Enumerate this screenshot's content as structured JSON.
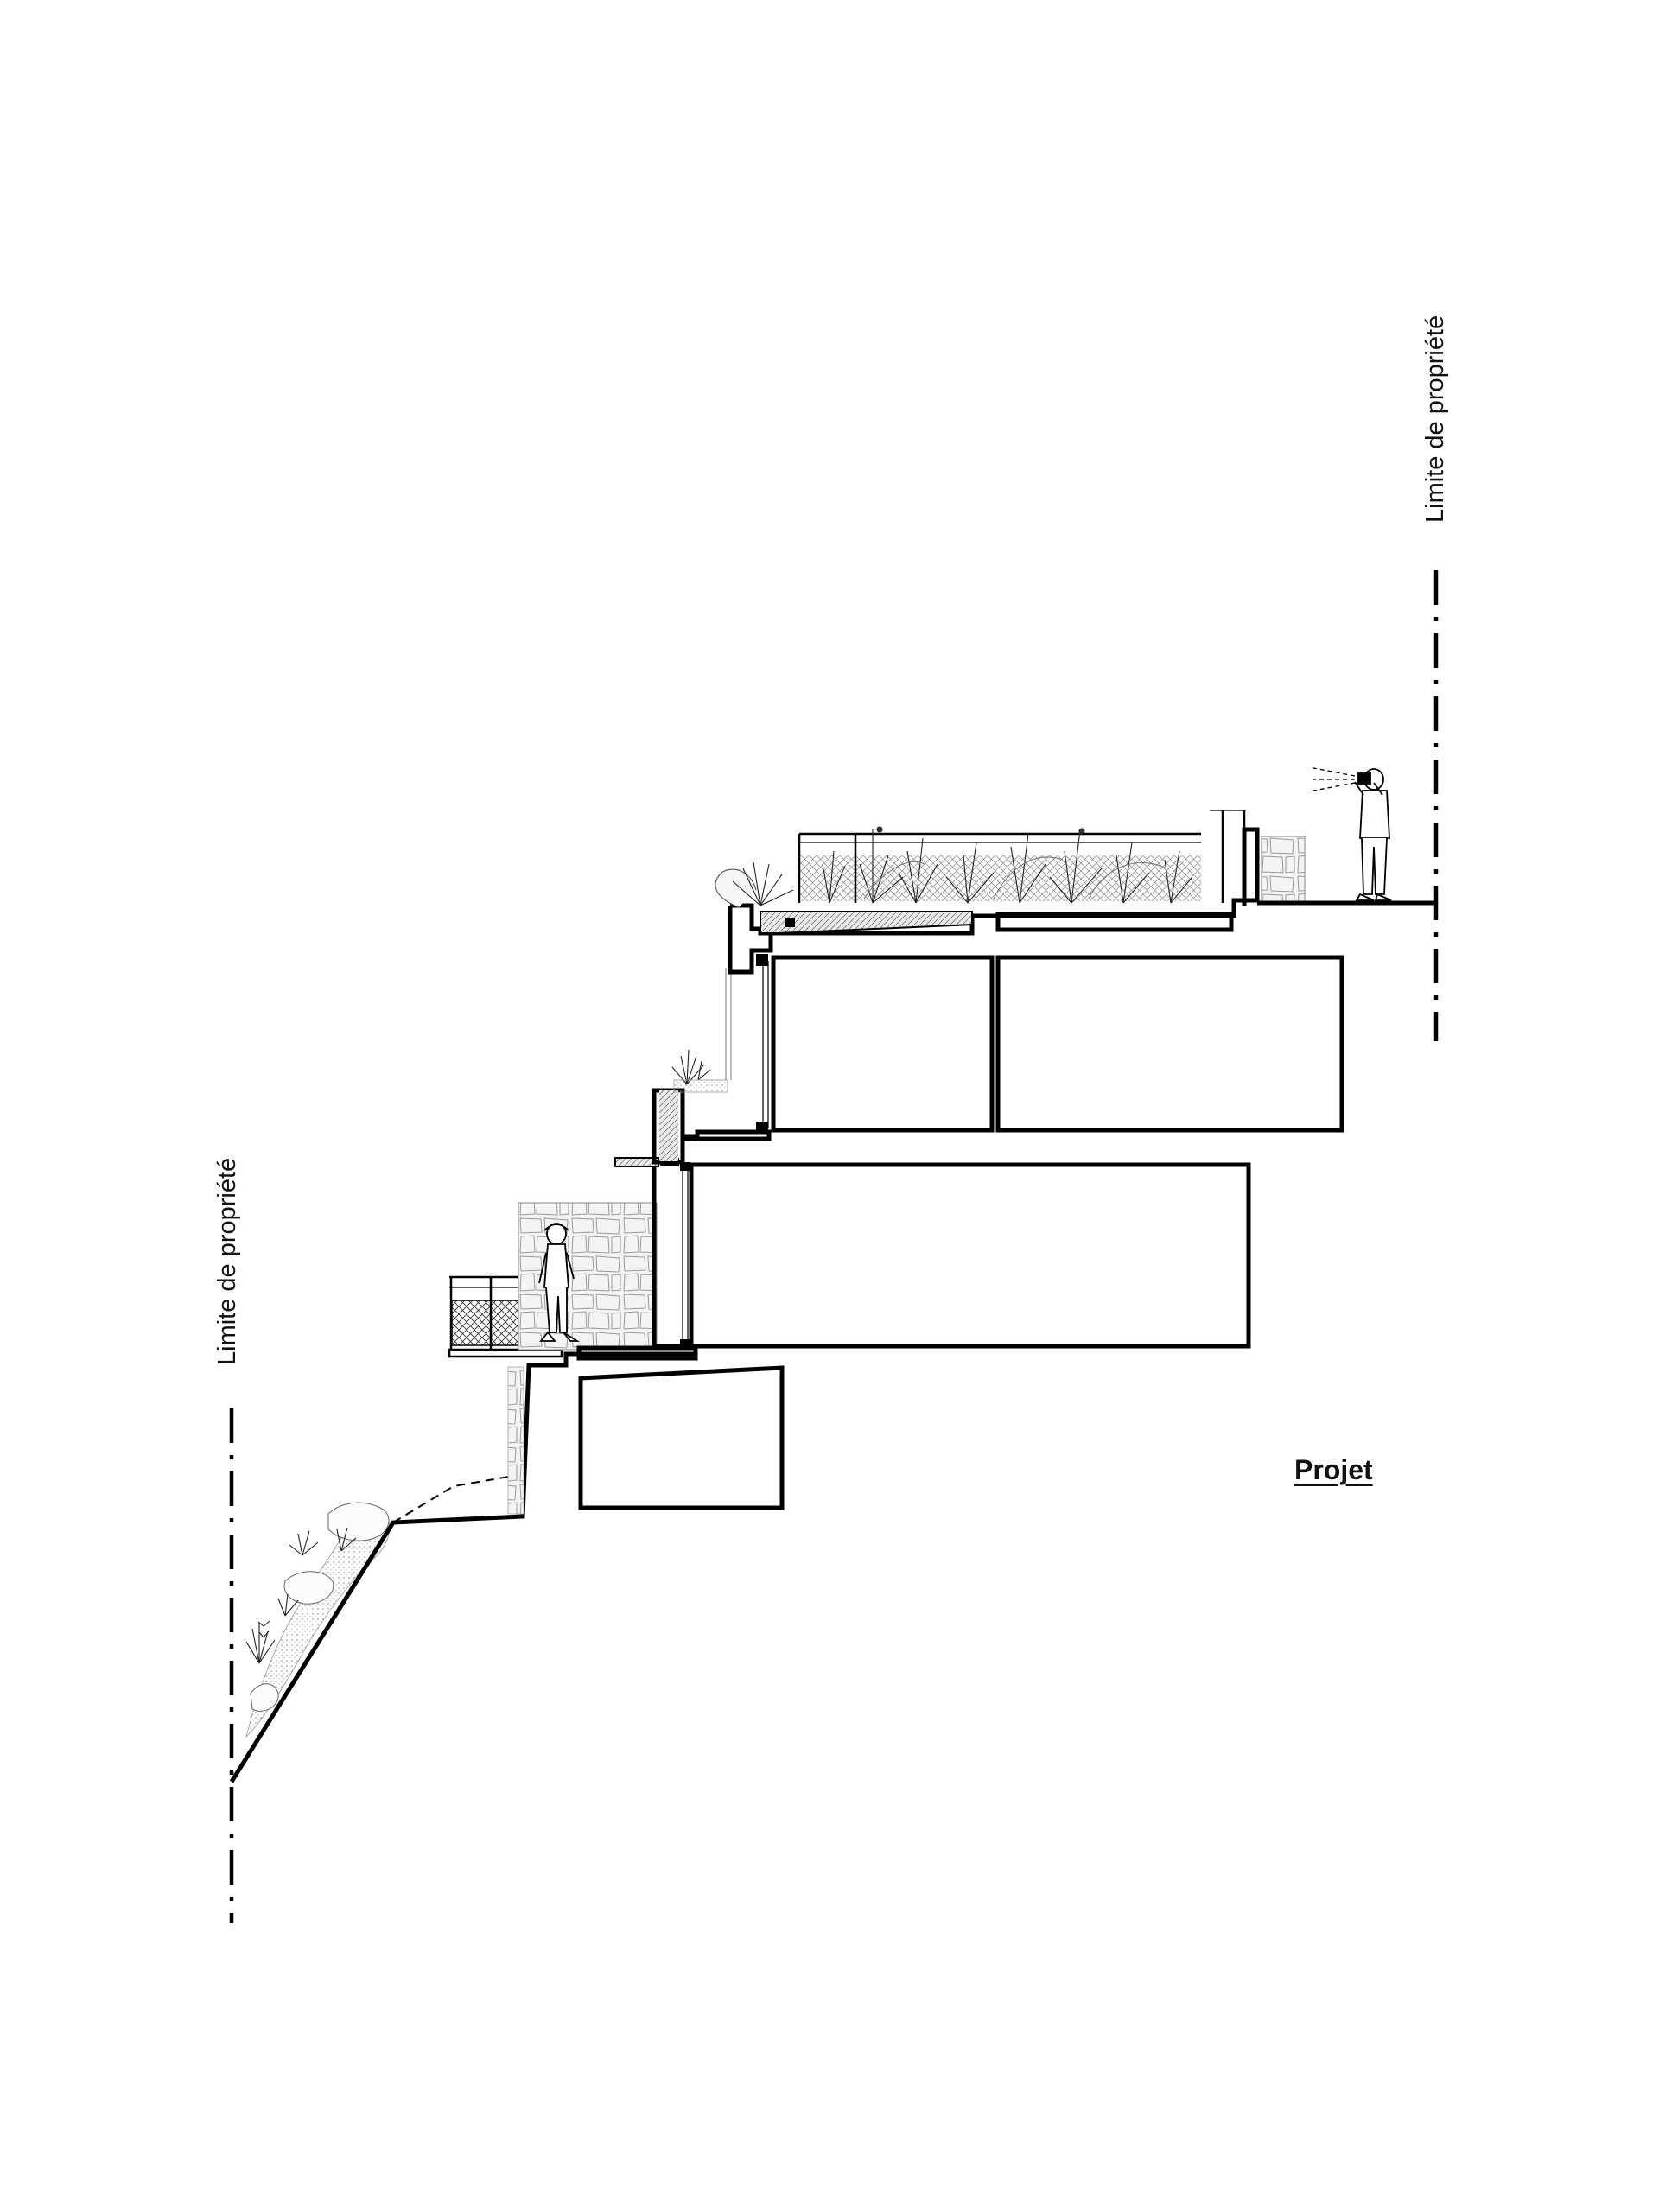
{
  "labels": {
    "property_limit_left": "Limite de propriété",
    "property_limit_right": "Limite de propriété",
    "title": "Projet"
  }
}
